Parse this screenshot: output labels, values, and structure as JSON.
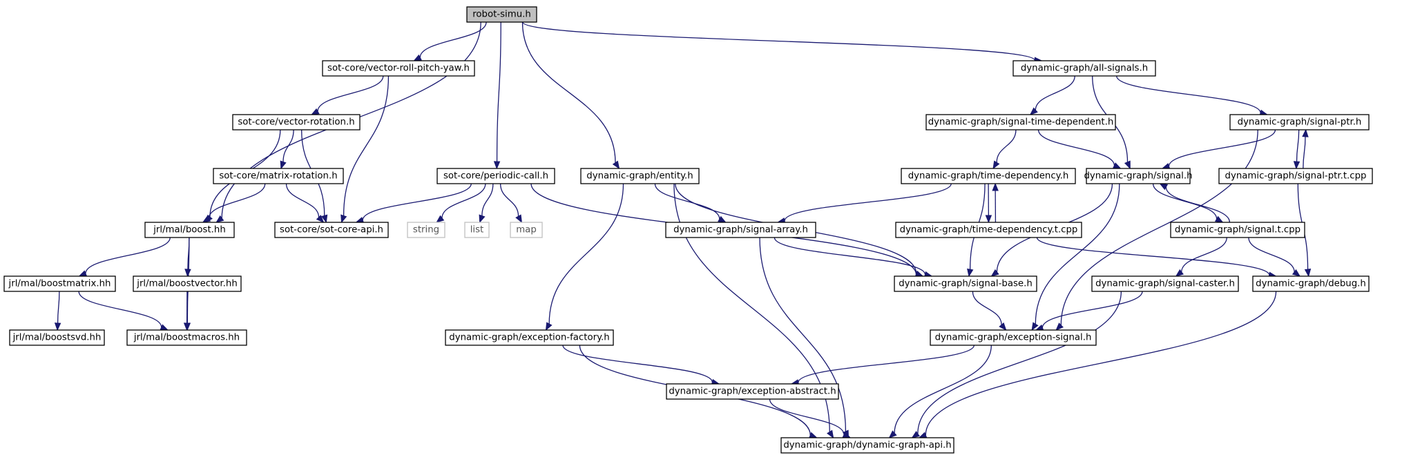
{
  "graph": {
    "title": "robot-simu.h",
    "nodes": [
      {
        "id": "robot",
        "label": "robot-simu.h",
        "kind": "root"
      },
      {
        "id": "vrpy",
        "label": "sot-core/vector-roll-pitch-yaw.h"
      },
      {
        "id": "allsig",
        "label": "dynamic-graph/all-signals.h"
      },
      {
        "id": "vrot",
        "label": "sot-core/vector-rotation.h"
      },
      {
        "id": "std",
        "label": "dynamic-graph/signal-time-dependent.h"
      },
      {
        "id": "sptr",
        "label": "dynamic-graph/signal-ptr.h"
      },
      {
        "id": "mrot",
        "label": "sot-core/matrix-rotation.h"
      },
      {
        "id": "pcall",
        "label": "sot-core/periodic-call.h"
      },
      {
        "id": "entity",
        "label": "dynamic-graph/entity.h"
      },
      {
        "id": "tdep",
        "label": "dynamic-graph/time-dependency.h"
      },
      {
        "id": "signal",
        "label": "dynamic-graph/signal.h"
      },
      {
        "id": "sptrt",
        "label": "dynamic-graph/signal-ptr.t.cpp"
      },
      {
        "id": "boost",
        "label": "jrl/mal/boost.hh"
      },
      {
        "id": "sotapi",
        "label": "sot-core/sot-core-api.h"
      },
      {
        "id": "string",
        "label": "string",
        "kind": "ext"
      },
      {
        "id": "list",
        "label": "list",
        "kind": "ext"
      },
      {
        "id": "map",
        "label": "map",
        "kind": "ext"
      },
      {
        "id": "sarray",
        "label": "dynamic-graph/signal-array.h"
      },
      {
        "id": "tdept",
        "label": "dynamic-graph/time-dependency.t.cpp"
      },
      {
        "id": "signalt",
        "label": "dynamic-graph/signal.t.cpp"
      },
      {
        "id": "bmatrix",
        "label": "jrl/mal/boostmatrix.hh"
      },
      {
        "id": "bvector",
        "label": "jrl/mal/boostvector.hh"
      },
      {
        "id": "sbase",
        "label": "dynamic-graph/signal-base.h"
      },
      {
        "id": "scaster",
        "label": "dynamic-graph/signal-caster.h"
      },
      {
        "id": "debug",
        "label": "dynamic-graph/debug.h"
      },
      {
        "id": "bsvd",
        "label": "jrl/mal/boostsvd.hh"
      },
      {
        "id": "bmacros",
        "label": "jrl/mal/boostmacros.hh"
      },
      {
        "id": "efactory",
        "label": "dynamic-graph/exception-factory.h"
      },
      {
        "id": "esignal",
        "label": "dynamic-graph/exception-signal.h"
      },
      {
        "id": "eabstract",
        "label": "dynamic-graph/exception-abstract.h"
      },
      {
        "id": "dgapi",
        "label": "dynamic-graph/dynamic-graph-api.h"
      }
    ],
    "edges": [
      [
        "robot",
        "vrpy"
      ],
      [
        "robot",
        "allsig"
      ],
      [
        "robot",
        "boost"
      ],
      [
        "robot",
        "pcall"
      ],
      [
        "robot",
        "entity"
      ],
      [
        "vrpy",
        "vrot"
      ],
      [
        "vrpy",
        "sotapi"
      ],
      [
        "vrot",
        "mrot"
      ],
      [
        "vrot",
        "boost"
      ],
      [
        "vrot",
        "sotapi"
      ],
      [
        "mrot",
        "boost"
      ],
      [
        "mrot",
        "sotapi"
      ],
      [
        "boost",
        "bmatrix"
      ],
      [
        "boost",
        "bvector"
      ],
      [
        "boost",
        "bmacros"
      ],
      [
        "bmatrix",
        "bsvd"
      ],
      [
        "bmatrix",
        "bmacros"
      ],
      [
        "bvector",
        "bmacros"
      ],
      [
        "pcall",
        "sotapi"
      ],
      [
        "pcall",
        "string"
      ],
      [
        "pcall",
        "list"
      ],
      [
        "pcall",
        "map"
      ],
      [
        "pcall",
        "sbase"
      ],
      [
        "entity",
        "sarray"
      ],
      [
        "entity",
        "sbase"
      ],
      [
        "entity",
        "efactory"
      ],
      [
        "entity",
        "dgapi"
      ],
      [
        "allsig",
        "std"
      ],
      [
        "allsig",
        "sptr"
      ],
      [
        "allsig",
        "signal"
      ],
      [
        "std",
        "tdep"
      ],
      [
        "std",
        "signal"
      ],
      [
        "sptr",
        "signal"
      ],
      [
        "sptr",
        "sptrt"
      ],
      [
        "sptr",
        "esignal"
      ],
      [
        "sptrt",
        "sptr"
      ],
      [
        "sptrt",
        "debug"
      ],
      [
        "tdep",
        "tdept"
      ],
      [
        "tdep",
        "sarray"
      ],
      [
        "tdep",
        "sbase"
      ],
      [
        "tdept",
        "tdep"
      ],
      [
        "tdept",
        "debug"
      ],
      [
        "signal",
        "signalt"
      ],
      [
        "signal",
        "sbase"
      ],
      [
        "signal",
        "esignal"
      ],
      [
        "signalt",
        "signal"
      ],
      [
        "signalt",
        "scaster"
      ],
      [
        "signalt",
        "debug"
      ],
      [
        "sarray",
        "sbase"
      ],
      [
        "sarray",
        "dgapi"
      ],
      [
        "sbase",
        "esignal"
      ],
      [
        "scaster",
        "esignal"
      ],
      [
        "scaster",
        "dgapi"
      ],
      [
        "debug",
        "dgapi"
      ],
      [
        "esignal",
        "eabstract"
      ],
      [
        "esignal",
        "dgapi"
      ],
      [
        "efactory",
        "eabstract"
      ],
      [
        "efactory",
        "dgapi"
      ],
      [
        "eabstract",
        "dgapi"
      ]
    ]
  }
}
